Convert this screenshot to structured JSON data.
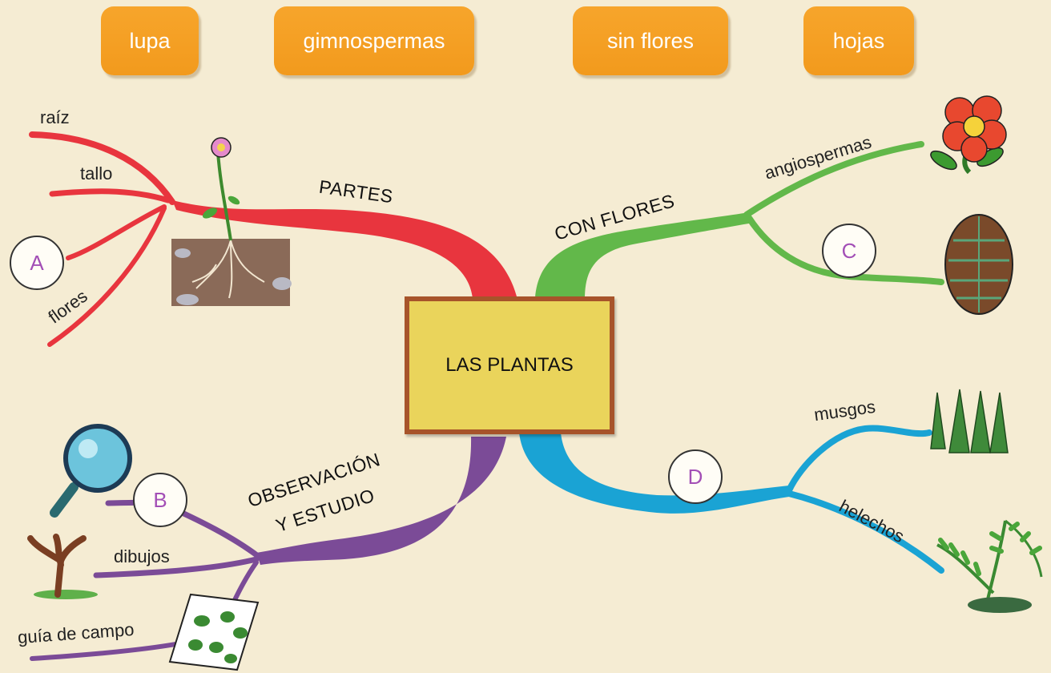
{
  "word_bank": [
    "lupa",
    "gimnospermas",
    "sin flores",
    "hojas"
  ],
  "center": "LAS PLANTAS",
  "branches": {
    "partes": {
      "label": "PARTES",
      "color": "#e8353e",
      "items": [
        "raíz",
        "tallo",
        "flores"
      ]
    },
    "con_flores": {
      "label": "CON FLORES",
      "color": "#62b84a",
      "items": [
        "angiospermas"
      ]
    },
    "observacion": {
      "label_line1": "OBSERVACIÓN",
      "label_line2": "Y ESTUDIO",
      "color": "#7b4b97",
      "items": [
        "dibujos",
        "guía de campo"
      ]
    },
    "sin_flores": {
      "color": "#1aa3d4",
      "items": [
        "musgos",
        "helechos"
      ]
    }
  },
  "blanks": [
    "A",
    "B",
    "C",
    "D"
  ],
  "illustrations": [
    "plant-with-roots",
    "flower",
    "pine-cone",
    "moss",
    "fern",
    "magnifying-glass",
    "tree",
    "leaf-field-guide"
  ]
}
